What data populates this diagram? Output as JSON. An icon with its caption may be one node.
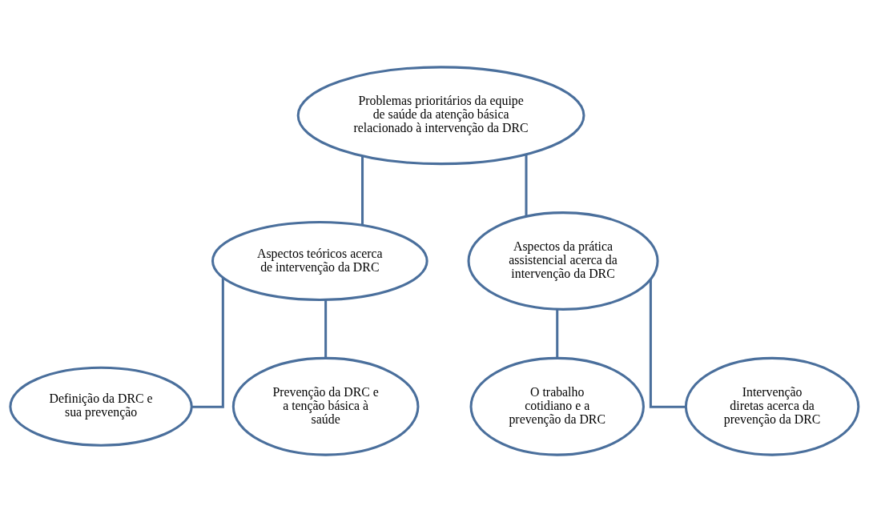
{
  "diagram": {
    "nodes": [
      {
        "text": [
          "Problemas prioritários da equipe de saúde da atenção básica relacionado à intervenção da DRC"
        ]
      },
      {
        "text": [
          "Aspectos teóricos acerca de intervenção da DRC"
        ]
      },
      {
        "text": [
          "Aspectos da prática assistencial acerca da intervenção da DRC"
        ]
      },
      {
        "text": [
          "Definição da DRC e sua prevenção"
        ]
      },
      {
        "text": [
          "Prevenção da DRC e a tenção básica à saúde"
        ]
      },
      {
        "text": [
          "O trabalho cotidiano e a prevenção da DRC"
        ]
      },
      {
        "text": [
          "Intervenção diretas acerca da prevenção da DRC"
        ]
      }
    ],
    "edges": [
      {
        "from": 0,
        "to": 1,
        "arrow": "none"
      },
      {
        "from": 0,
        "to": 2,
        "arrow": "none"
      },
      {
        "from": 1,
        "to": 3,
        "arrow": "none"
      },
      {
        "from": 1,
        "to": 4,
        "arrow": "none"
      },
      {
        "from": 2,
        "to": 5,
        "arrow": "none"
      },
      {
        "from": 2,
        "to": 6,
        "arrow": "none"
      }
    ]
  }
}
